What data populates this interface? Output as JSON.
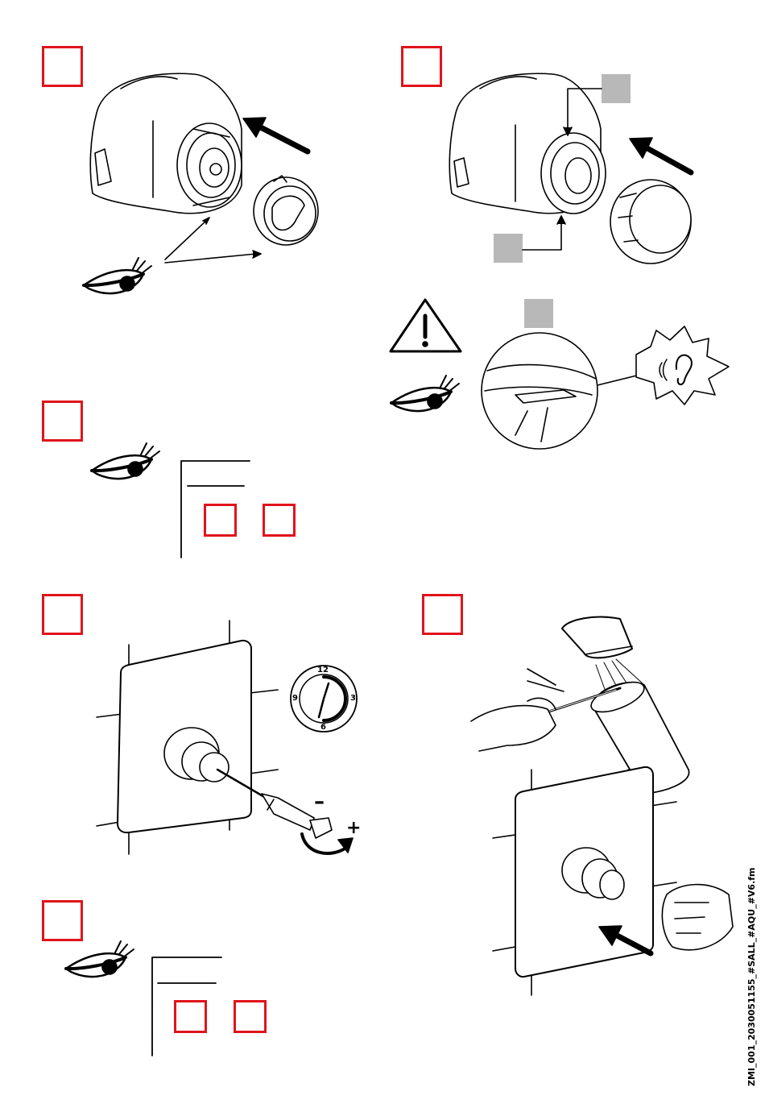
{
  "doc_id": "ZMI_001_2030051155_#SALL_#AQU_#V6.fm",
  "dial": {
    "n12": "12",
    "n3": "3",
    "n6": "6",
    "n9": "9"
  },
  "adjust": {
    "minus": "–",
    "plus": "+"
  },
  "colors": {
    "step_box": "#e0141b",
    "callout": "#b8b8b8",
    "line": "#000000"
  },
  "icons": [
    "eye-icon",
    "warning-icon",
    "ear-icon",
    "arrow-icon",
    "screwdriver-icon",
    "hand-icon",
    "thermometer-icon"
  ]
}
